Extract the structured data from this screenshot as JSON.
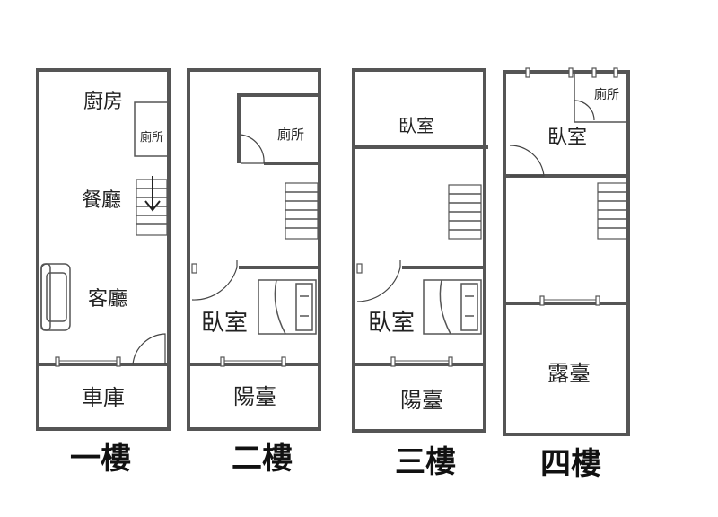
{
  "floors": [
    {
      "name": "一樓",
      "rooms": {
        "kitchen": "廚房",
        "toilet": "廁所",
        "dining": "餐廳",
        "living": "客廳",
        "garage": "車庫"
      }
    },
    {
      "name": "二樓",
      "rooms": {
        "toilet": "廁所",
        "bedroom": "臥室",
        "balcony": "陽臺"
      }
    },
    {
      "name": "三樓",
      "rooms": {
        "bedroom_top": "臥室",
        "bedroom": "臥室",
        "balcony": "陽臺"
      }
    },
    {
      "name": "四樓",
      "rooms": {
        "toilet": "廁所",
        "bedroom": "臥室",
        "terrace": "露臺"
      }
    }
  ],
  "icons": [
    "stairs-icon",
    "down-arrow-icon",
    "sofa-icon",
    "bed-icon",
    "door-swing-icon",
    "window-icon"
  ]
}
